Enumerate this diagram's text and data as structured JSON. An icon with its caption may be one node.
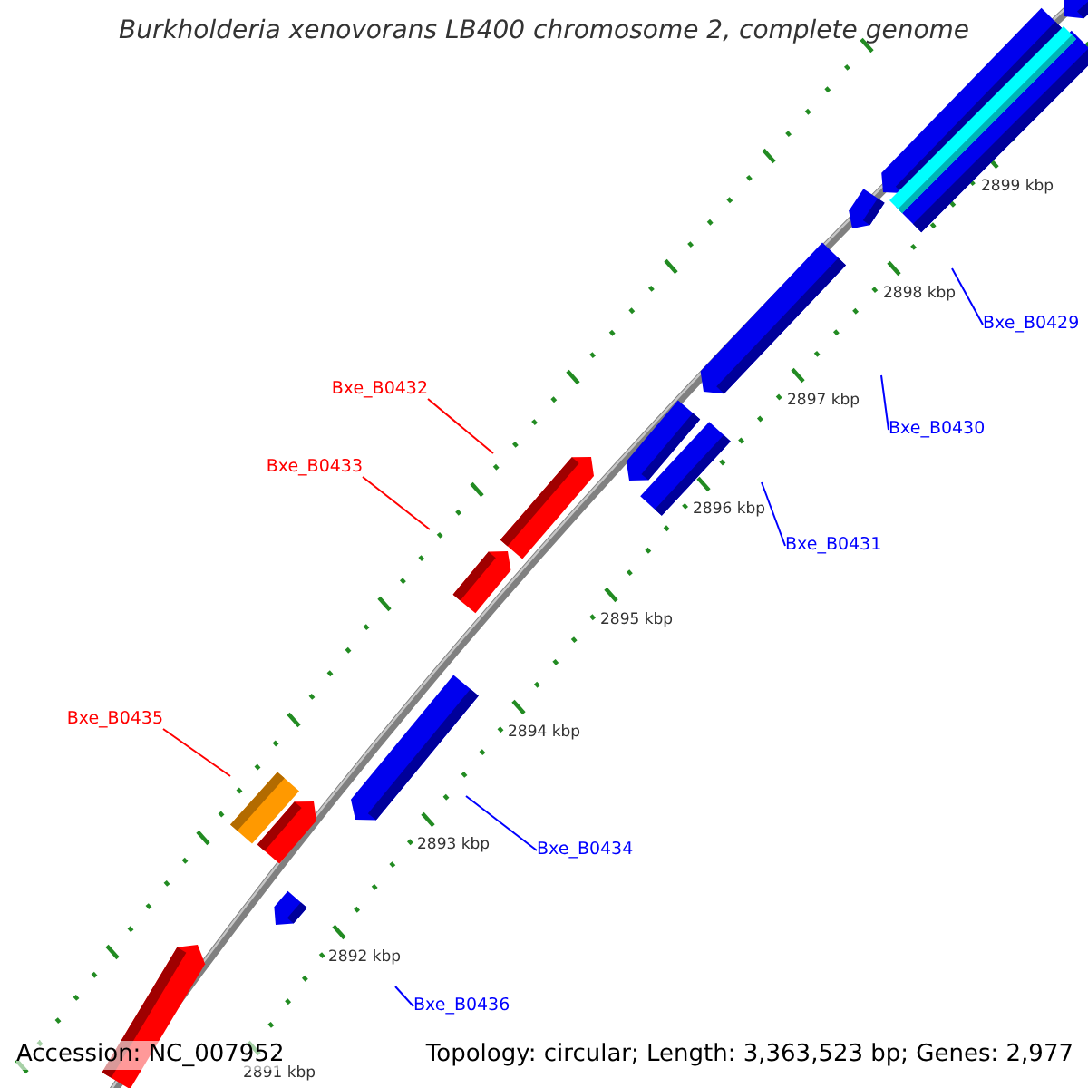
{
  "diagram": {
    "title": "Burkholderia xenovorans LB400 chromosome 2, complete genome",
    "nodes": [
      {
        "text": [
          "Bxe_B0429"
        ]
      },
      {
        "text": [
          "Bxe_B0430"
        ]
      },
      {
        "text": [
          "Bxe_B0431"
        ]
      },
      {
        "text": [
          "Bxe_B0432"
        ]
      },
      {
        "text": [
          "Bxe_B0433"
        ]
      },
      {
        "text": [
          "Bxe_B0435"
        ]
      },
      {
        "text": [
          "Bxe_B0434"
        ]
      },
      {
        "text": [
          "Bxe_B0436"
        ]
      }
    ],
    "edges": [
      {
        "from": 0,
        "to": null,
        "arrow": "none"
      },
      {
        "from": 1,
        "to": null,
        "arrow": "none"
      },
      {
        "from": 2,
        "to": null,
        "arrow": "none"
      },
      {
        "from": 3,
        "to": null,
        "arrow": "none",
        "color": "#ff0000"
      },
      {
        "from": 4,
        "to": null,
        "arrow": "none",
        "color": "#ff0000"
      },
      {
        "from": 5,
        "to": null,
        "arrow": "none",
        "color": "#ff0000"
      },
      {
        "from": 6,
        "to": null,
        "arrow": "none"
      },
      {
        "from": 7,
        "to": null,
        "arrow": "none"
      }
    ],
    "labels": [
      "2899 kbp",
      "2898 kbp",
      "2897 kbp",
      "2896 kbp",
      "2895 kbp",
      "2894 kbp",
      "2893 kbp",
      "2892 kbp",
      "2891 kbp",
      "Accession: NC_007952",
      "Topology: circular; Length: 3,363,523 bp; Genes: 2,977"
    ]
  }
}
